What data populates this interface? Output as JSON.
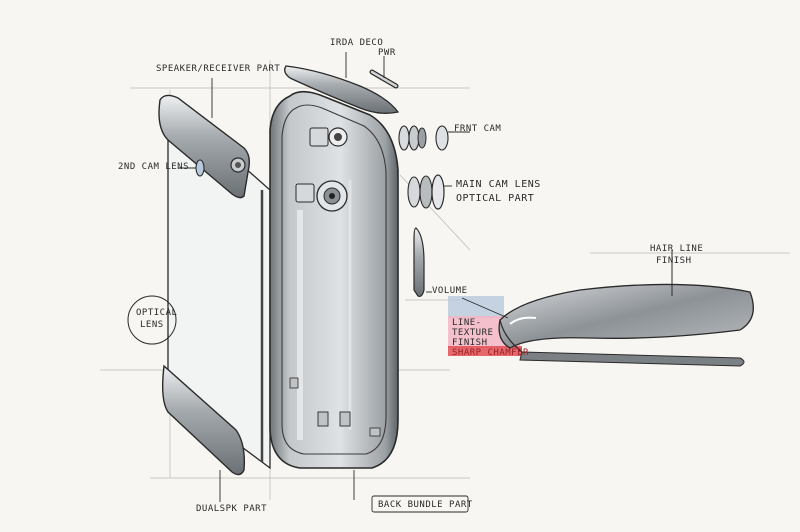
{
  "labels": {
    "deco": "IRDA DECO",
    "pwr": "PWR",
    "speaker_receiver": "SPEAKER/RECEIVER PART",
    "front_cam": "FRNT CAM",
    "second_cam": "2nd CAM LENS",
    "main_cam_1": "MAIN CAM LENS",
    "main_cam_2": "OPTICAL PART",
    "hairline_1": "HAIR LINE",
    "hairline_2": "FINISH",
    "volume": "VOLUME",
    "optical_1": "OPTICAL",
    "optical_2": "LENS",
    "texture_1": "LINE-",
    "texture_2": "TEXTURE",
    "texture_3": "FINISH",
    "sharp_chamfer": "SHARP CHAMFER",
    "dual_spk": "DUALSPK PART",
    "back_bundle": "BACK BUNDLE PART"
  },
  "colors": {
    "ink": "#2a2a2a",
    "grey_body": "#8d9296",
    "grey_light": "#c9cdd0",
    "blue_tint": "#b7c9dd",
    "pink_tint": "#f2b6c6",
    "red_accent": "#e0454a",
    "paper": "#f7f6f2"
  }
}
